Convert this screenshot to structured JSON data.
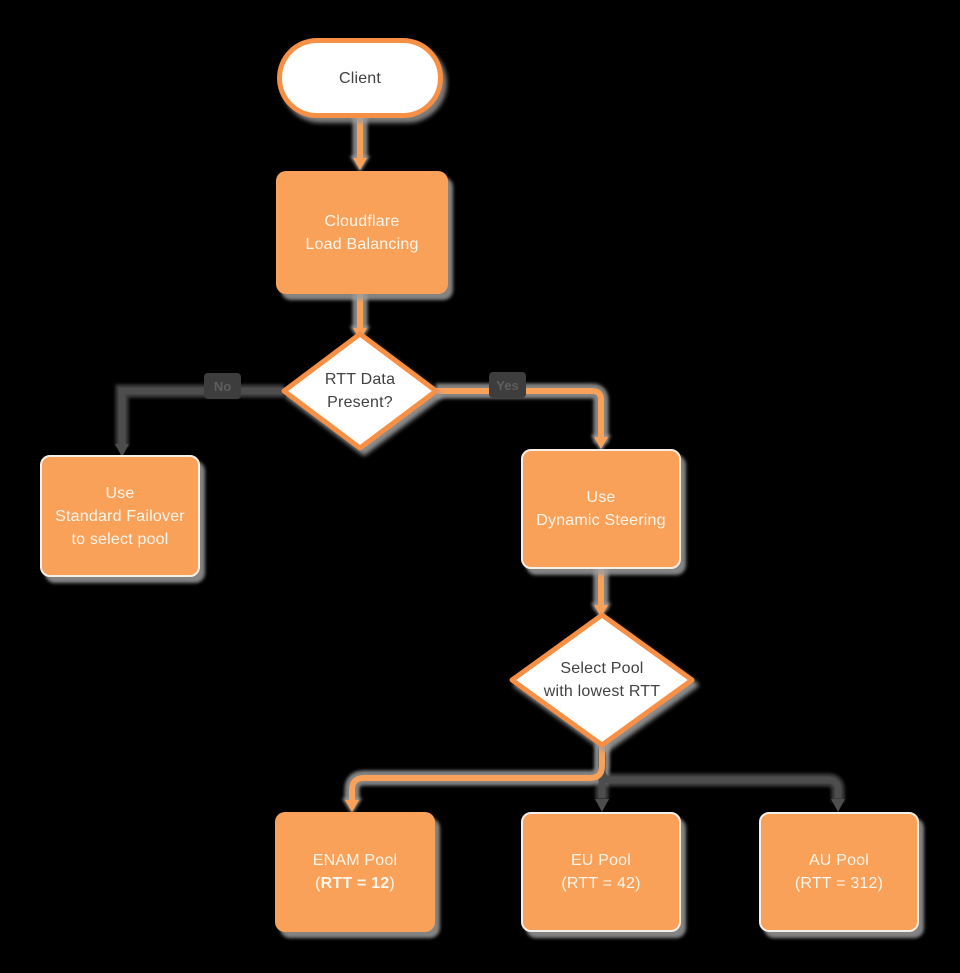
{
  "title": "Cloudflare Load Balancing dynamic steering flowchart",
  "colors": {
    "background": "#000000",
    "orange_fill": "#F9A159",
    "orange_border": "#F78F45",
    "gray_connector": "#4D4D4D",
    "shadow": "#9B9B9B",
    "node_text_light": "#FDF6EC",
    "node_text_dark": "#414141",
    "edge_label_bg": "#3D3D3D",
    "edge_label_text": "#5E5E5E"
  },
  "nodes": {
    "client": {
      "label": "Client"
    },
    "load_balancer": {
      "line1": "Cloudflare",
      "line2": "Load Balancing"
    },
    "rtt_decision": {
      "line1": "RTT Data",
      "line2": "Present?"
    },
    "standard_failover": {
      "line1": "Use",
      "line2": "Standard Failover",
      "line3": "to select pool"
    },
    "dynamic_steering": {
      "line1": "Use",
      "line2": "Dynamic Steering"
    },
    "select_pool": {
      "line1": "Select Pool",
      "line2": "with lowest RTT"
    },
    "enam_pool": {
      "line1": "ENAM Pool",
      "line2_prefix": "(",
      "line2_bold": "RTT = 12",
      "line2_suffix": ")"
    },
    "eu_pool": {
      "line1": "EU Pool",
      "line2": "(RTT = 42)"
    },
    "au_pool": {
      "line1": "AU Pool",
      "line2": "(RTT = 312)"
    }
  },
  "edges": {
    "no_label": "No",
    "yes_label": "Yes"
  }
}
